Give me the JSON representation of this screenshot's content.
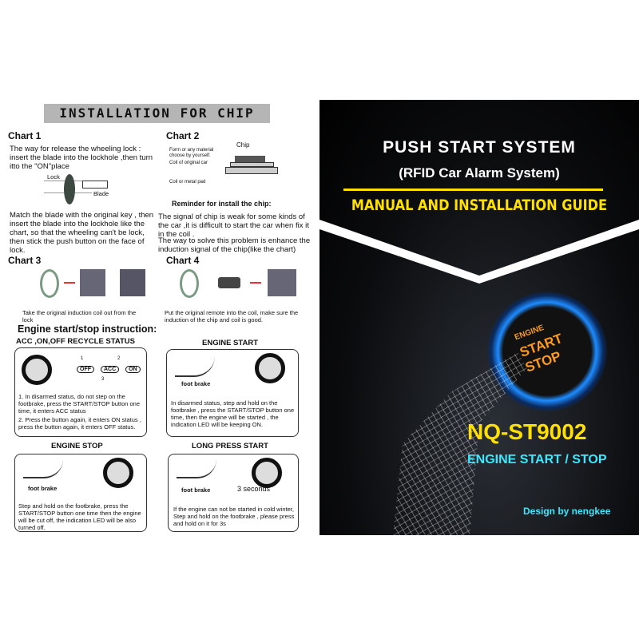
{
  "left": {
    "header": "INSTALLATION FOR CHIP",
    "chart1": {
      "title": "Chart 1",
      "text1": "The way for release the wheeling lock : insert the blade into the lockhole ,then turn  itto the \"ON\"place",
      "lock_label": "Lock",
      "blade_label": "Blade",
      "text2": "Match the blade with the original key , then insert the blade into the lockhole like the chart, so that the wheeling can't be lock, then stick the push button on the face of lock."
    },
    "chart2": {
      "title": "Chart 2",
      "chip_label": "Chip",
      "form_label": "Form or any material choose by yourself.",
      "coil_label": "Coil of original car",
      "pad_label": "Coil or metal pad",
      "reminder_title": "Reminder for install the chip:",
      "reminder_text": "The signal of chip is weak for some kinds of the car ,it is difficult to start the car when fix it in the coil .",
      "reminder_text2": "The way to solve this problem is enhance the induction signal of the chip(like the chart)"
    },
    "chart3": {
      "title": "Chart 3",
      "text": "Take the original induction coil  out from the lock"
    },
    "chart4": {
      "title": "Chart 4",
      "text": "Put the original remote into the coil, make sure the induction of the chip and coil is good."
    },
    "engine_title": "Engine start/stop  instruction:",
    "acc": {
      "title": "ACC ,ON,OFF RECYCLE STATUS",
      "states": [
        "OFF",
        "ACC",
        "ON"
      ],
      "steps": [
        "1",
        "2",
        "3"
      ],
      "text1": "1. In disarmed status, do not step on the footbrake, press the START/STOP button one time, it enters ACC  status",
      "text2": "2. Press the button again, it enters ON status , press the button again, it enters OFF status."
    },
    "start": {
      "title": "ENGINE START",
      "brake": "foot brake",
      "text": "In disarmed status, step and  hold on the footbrake , press the START/STOP button one time, then the engine will be started , the indication LED will be keeping ON."
    },
    "stop": {
      "title": "ENGINE STOP",
      "brake": "foot brake",
      "text": "Step and hold on the footbrake, press the START/STOP button one time then the engine will be cut off, the indication LED will be also turned  off."
    },
    "long": {
      "title": "LONG PRESS START",
      "brake": "foot brake",
      "seconds": "3 seconds",
      "text": "If the engine can not be started in cold winter, Step and hold on the footbrake , please press and hold on it for 3s"
    }
  },
  "right": {
    "title": "PUSH START SYSTEM",
    "subtitle": "(RFID Car Alarm System)",
    "guide": "MANUAL AND INSTALLATION GUIDE",
    "button_text": [
      "ENGINE",
      "START",
      "STOP"
    ],
    "model": "NQ-ST9002",
    "tagline": "ENGINE START / STOP",
    "credit": "Design by nengkee",
    "colors": {
      "yellow": "#ffe000",
      "cyan": "#3de8ff",
      "blue_glow": "#1e8cff"
    }
  }
}
